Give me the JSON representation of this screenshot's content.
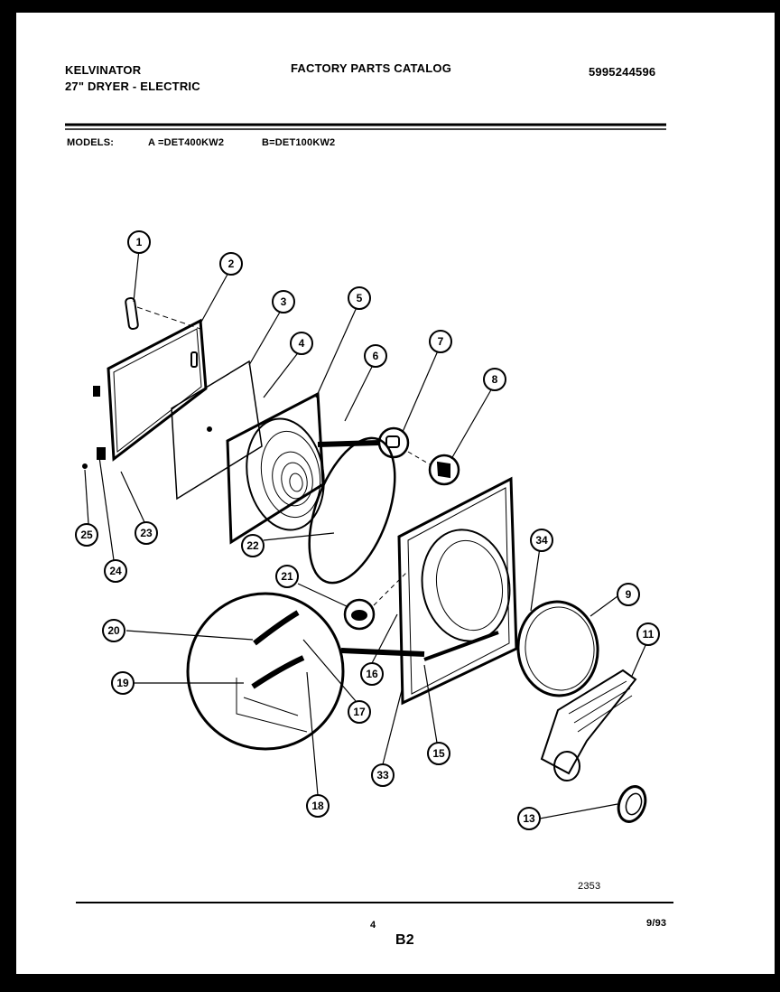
{
  "header": {
    "brand": "KELVINATOR",
    "subtitle": "27\" DRYER - ELECTRIC",
    "catalog_title": "FACTORY PARTS CATALOG",
    "catalog_number": "5995244596",
    "models_label": "MODELS:",
    "model_a": "A =DET400KW2",
    "model_b": "B=DET100KW2"
  },
  "diagram": {
    "callouts": [
      "1",
      "2",
      "3",
      "4",
      "5",
      "6",
      "7",
      "8",
      "34",
      "9",
      "11",
      "25",
      "23",
      "22",
      "21",
      "24",
      "20",
      "19",
      "16",
      "17",
      "33",
      "15",
      "18",
      "13"
    ],
    "figure_number": "2353"
  },
  "footer": {
    "page_number": "4",
    "section": "B2",
    "date": "9/93"
  }
}
